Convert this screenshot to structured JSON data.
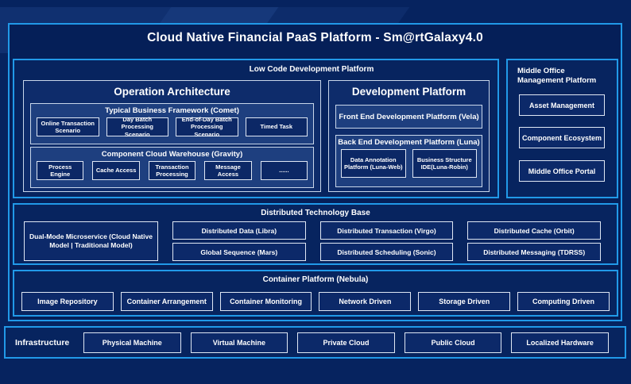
{
  "title": "Cloud Native Financial PaaS Platform - Sm@rtGalaxy4.0",
  "colors": {
    "background": "#06235f",
    "accent_border": "#2199e8",
    "light_border": "#dfe7f4",
    "panel_fill": "#1e3f7f",
    "leaf_fill": "#0c2866",
    "text": "#ffffff"
  },
  "low_code": {
    "label": "Low Code Development Platform",
    "operation_architecture": {
      "title": "Operation Architecture",
      "comet": {
        "label": "Typical Business Framework (Comet)",
        "items": [
          "Online Transaction Scenario",
          "Day Batch Processing Scenario",
          "End-of-Day Batch Processing Scenario",
          "Timed Task"
        ]
      },
      "gravity": {
        "label": "Component Cloud Warehouse (Gravity)",
        "items": [
          "Process Engine",
          "Cache Access",
          "Transaction Processing",
          "Message Access",
          "......"
        ]
      }
    },
    "development_platform": {
      "title": "Development Platform",
      "vela": "Front End Development Platform (Vela)",
      "luna": {
        "label": "Back End Development Platform (Luna)",
        "items": [
          "Data Annotation Platform (Luna-Web)",
          "Business Structure IDE(Luna-Robin)"
        ]
      }
    }
  },
  "middle_office": {
    "label": "Middle Office Management Platform",
    "items": [
      "Asset Management",
      "Component Ecosystem",
      "Middle Office Portal"
    ]
  },
  "distributed_base": {
    "label": "Distributed Technology Base",
    "dual_mode": "Dual-Mode Microservice (Cloud Native Model | Traditional Model)",
    "items": [
      "Distributed Data (Libra)",
      "Global Sequence (Mars)",
      "Distributed Transaction (Virgo)",
      "Distributed Scheduling (Sonic)",
      "Distributed Cache (Orbit)",
      "Distributed Messaging (TDRSS)"
    ]
  },
  "container_platform": {
    "label": "Container Platform (Nebula)",
    "items": [
      "Image Repository",
      "Container Arrangement",
      "Container Monitoring",
      "Network Driven",
      "Storage Driven",
      "Computing Driven"
    ]
  },
  "infrastructure": {
    "label": "Infrastructure",
    "items": [
      "Physical Machine",
      "Virtual Machine",
      "Private Cloud",
      "Public Cloud",
      "Localized Hardware"
    ]
  }
}
